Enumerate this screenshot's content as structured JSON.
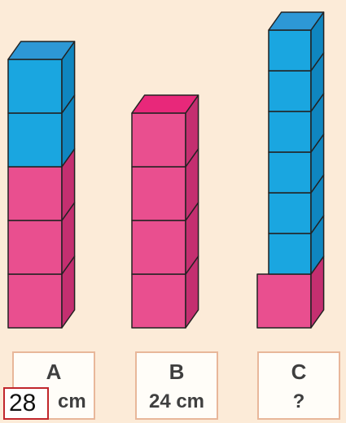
{
  "towers": [
    {
      "name": "A",
      "length": "cm",
      "answer": "28",
      "blue_cubes": 2,
      "pink_cubes": 3
    },
    {
      "name": "B",
      "length": "24 cm",
      "blue_cubes": 0,
      "pink_cubes": 4
    },
    {
      "name": "C",
      "length": "?",
      "blue_cubes": 6,
      "pink_cubes": 1
    }
  ],
  "colors": {
    "background": "#fcebd8",
    "pink_front": "#e94f8f",
    "pink_side": "#c42f70",
    "pink_top": "#e8287a",
    "blue_front": "#1aa6e0",
    "blue_side": "#0f86c0",
    "blue_top": "#2d98d6",
    "outline": "#222222"
  },
  "icons": [
    "pink-cube-icon",
    "blue-cube-icon"
  ]
}
